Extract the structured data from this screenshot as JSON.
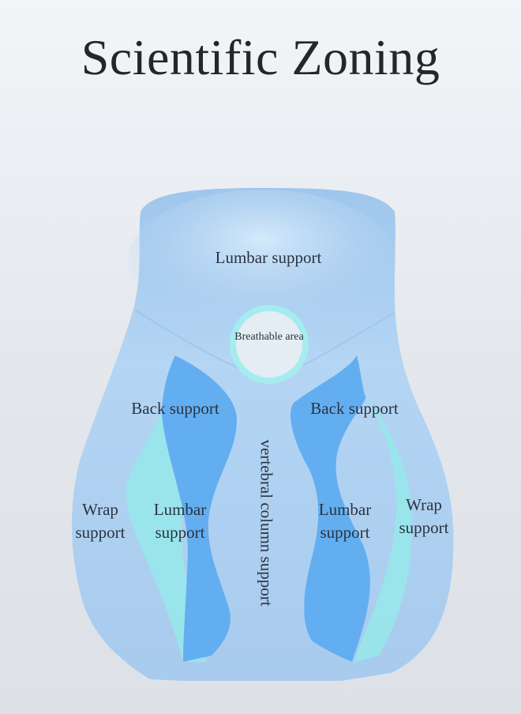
{
  "title": "Scientific Zoning",
  "zones": {
    "top": "Lumbar support",
    "breathable": "Breathable area",
    "back_left": "Back support",
    "back_right": "Back support",
    "vertebral": "vertebral column support",
    "wrap_left": "Wrap support",
    "lumbar_left": "Lumbar support",
    "lumbar_right": "Lumbar support",
    "wrap_right": "Wrap support"
  },
  "colors": {
    "body": "#a9cdef",
    "body_highlight": "#c9e2f8",
    "blue_zone": "#63aef0",
    "aqua_zone": "#98e6ea",
    "breathable_ring": "#a6ecef",
    "text": "#2b3340"
  }
}
